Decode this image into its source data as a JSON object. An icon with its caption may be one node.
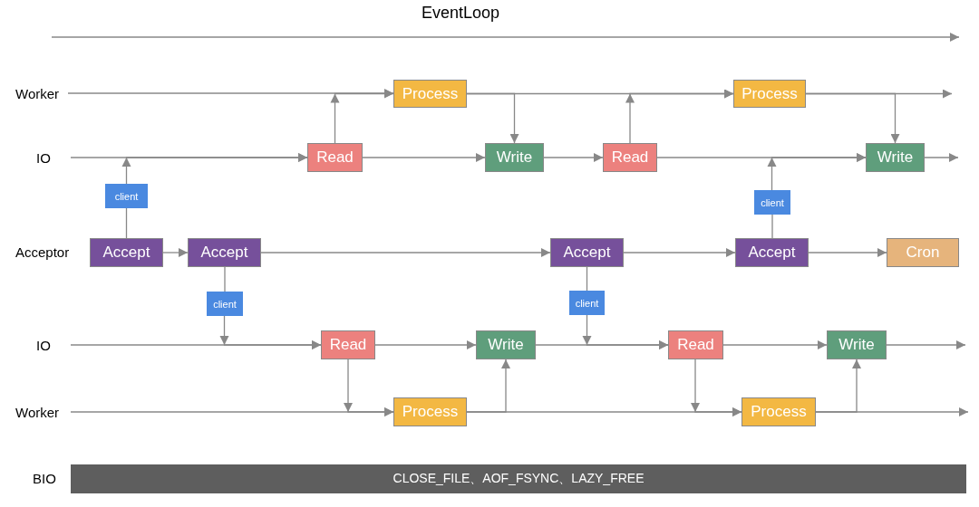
{
  "diagram": {
    "title": "EventLoop",
    "nodes": [
      {
        "text": [
          "Worker"
        ]
      },
      {
        "text": [
          "Process"
        ]
      },
      {
        "text": [
          "Process"
        ]
      },
      {
        "text": [
          "IO"
        ]
      },
      {
        "text": [
          "Read"
        ]
      },
      {
        "text": [
          "Write"
        ]
      },
      {
        "text": [
          "Read"
        ]
      },
      {
        "text": [
          "Write"
        ]
      },
      {
        "text": [
          "client"
        ]
      },
      {
        "text": [
          "client"
        ]
      },
      {
        "text": [
          "Accept"
        ]
      },
      {
        "text": [
          "Accept"
        ]
      },
      {
        "text": [
          "Accept"
        ]
      },
      {
        "text": [
          "Accept"
        ]
      },
      {
        "text": [
          "Cron"
        ]
      },
      {
        "text": [
          "client"
        ]
      },
      {
        "text": [
          "client"
        ]
      },
      {
        "text": [
          "IO"
        ]
      },
      {
        "text": [
          "Read"
        ]
      },
      {
        "text": [
          "Write"
        ]
      },
      {
        "text": [
          "Read"
        ]
      },
      {
        "text": [
          "Write"
        ]
      },
      {
        "text": [
          "Worker"
        ]
      },
      {
        "text": [
          "Process"
        ]
      },
      {
        "text": [
          "Process"
        ]
      },
      {
        "text": [
          "CLOSE_FILE、AOF_FSYNC、LAZY_FREE"
        ]
      }
    ],
    "edges": [
      {
        "from": 0,
        "to": 1,
        "arrow": "to"
      },
      {
        "from": 4,
        "to": 1,
        "arrow": "to"
      },
      {
        "from": 1,
        "to": 5,
        "arrow": "to"
      },
      {
        "from": 1,
        "to": 2,
        "arrow": "to"
      },
      {
        "from": 6,
        "to": 2,
        "arrow": "to"
      },
      {
        "from": 2,
        "to": 7,
        "arrow": "to"
      },
      {
        "from": 2,
        "to": null,
        "arrow": "to"
      },
      {
        "from": 3,
        "to": 4,
        "arrow": "to"
      },
      {
        "from": 8,
        "to": 4,
        "arrow": "to"
      },
      {
        "from": 4,
        "to": 5,
        "arrow": "to"
      },
      {
        "from": 5,
        "to": 6,
        "arrow": "to"
      },
      {
        "from": 6,
        "to": 7,
        "arrow": "to"
      },
      {
        "from": 9,
        "to": 7,
        "arrow": "to"
      },
      {
        "from": 7,
        "to": null,
        "arrow": "to"
      },
      {
        "from": 10,
        "to": 8,
        "arrow": "none"
      },
      {
        "from": 10,
        "to": 11,
        "arrow": "to"
      },
      {
        "from": 11,
        "to": 12,
        "arrow": "to"
      },
      {
        "from": 12,
        "to": 13,
        "arrow": "to"
      },
      {
        "from": 13,
        "to": 14,
        "arrow": "to"
      },
      {
        "from": 13,
        "to": 9,
        "arrow": "none"
      },
      {
        "from": 11,
        "to": 15,
        "arrow": "none"
      },
      {
        "from": 15,
        "to": 18,
        "arrow": "to"
      },
      {
        "from": 12,
        "to": 16,
        "arrow": "none"
      },
      {
        "from": 16,
        "to": 20,
        "arrow": "to"
      },
      {
        "from": 17,
        "to": 18,
        "arrow": "to"
      },
      {
        "from": 18,
        "to": 19,
        "arrow": "to"
      },
      {
        "from": 19,
        "to": 20,
        "arrow": "to"
      },
      {
        "from": 20,
        "to": 21,
        "arrow": "to"
      },
      {
        "from": 21,
        "to": null,
        "arrow": "to"
      },
      {
        "from": 18,
        "to": 23,
        "arrow": "to"
      },
      {
        "from": 22,
        "to": 23,
        "arrow": "to"
      },
      {
        "from": 23,
        "to": 19,
        "arrow": "to"
      },
      {
        "from": 23,
        "to": 24,
        "arrow": "to"
      },
      {
        "from": 20,
        "to": 24,
        "arrow": "to"
      },
      {
        "from": 24,
        "to": 21,
        "arrow": "to"
      },
      {
        "from": 24,
        "to": null,
        "arrow": "to"
      }
    ],
    "labels": [
      "Acceptor",
      "BIO"
    ]
  }
}
